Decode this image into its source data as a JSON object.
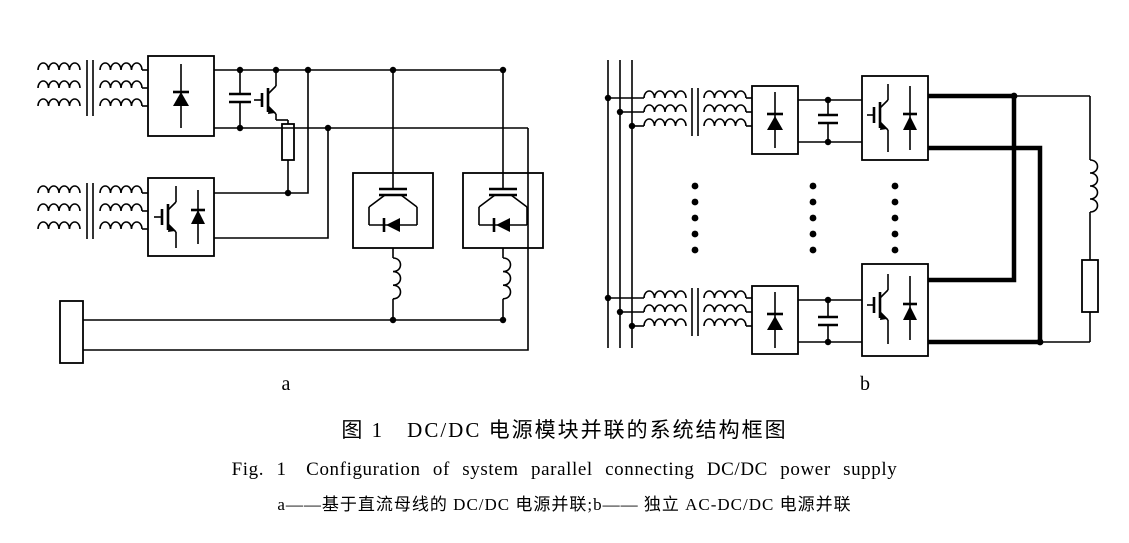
{
  "figure": {
    "panel_a_label": "a",
    "panel_b_label": "b",
    "caption_cn": "图 1　DC/DC 电源模块并联的系统结构框图",
    "caption_en": "Fig. 1　Configuration of system parallel connecting DC/DC power supply",
    "caption_sub": "a——基于直流母线的 DC/DC 电源并联;b—— 独立 AC-DC/DC 电源并联"
  },
  "colors": {
    "ink": "#000000",
    "paper": "#ffffff"
  }
}
